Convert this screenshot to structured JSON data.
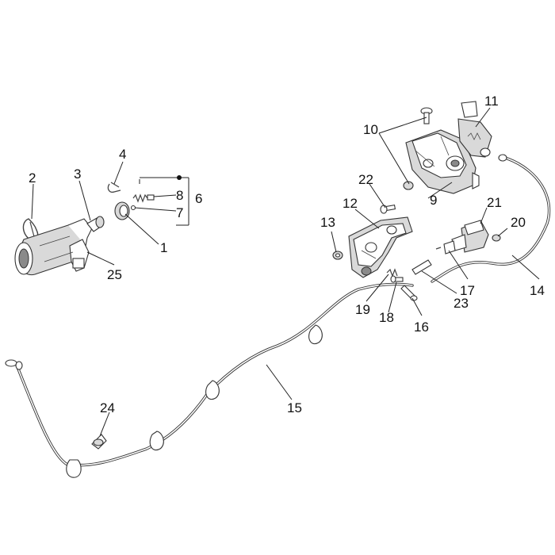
{
  "diagram": {
    "callouts": [
      {
        "id": "c1",
        "text": "1"
      },
      {
        "id": "c2",
        "text": "2"
      },
      {
        "id": "c3",
        "text": "3"
      },
      {
        "id": "c4",
        "text": "4"
      },
      {
        "id": "c6",
        "text": "6"
      },
      {
        "id": "c7",
        "text": "7"
      },
      {
        "id": "c8",
        "text": "8"
      },
      {
        "id": "c9",
        "text": "9"
      },
      {
        "id": "c10",
        "text": "10"
      },
      {
        "id": "c11",
        "text": "11"
      },
      {
        "id": "c12",
        "text": "12"
      },
      {
        "id": "c13",
        "text": "13"
      },
      {
        "id": "c14",
        "text": "14"
      },
      {
        "id": "c15",
        "text": "15"
      },
      {
        "id": "c16",
        "text": "16"
      },
      {
        "id": "c17",
        "text": "17"
      },
      {
        "id": "c18",
        "text": "18"
      },
      {
        "id": "c19",
        "text": "19"
      },
      {
        "id": "c20",
        "text": "20"
      },
      {
        "id": "c21",
        "text": "21"
      },
      {
        "id": "c22",
        "text": "22"
      },
      {
        "id": "c23",
        "text": "23"
      },
      {
        "id": "c24",
        "text": "24"
      },
      {
        "id": "c25",
        "text": "25"
      }
    ]
  }
}
